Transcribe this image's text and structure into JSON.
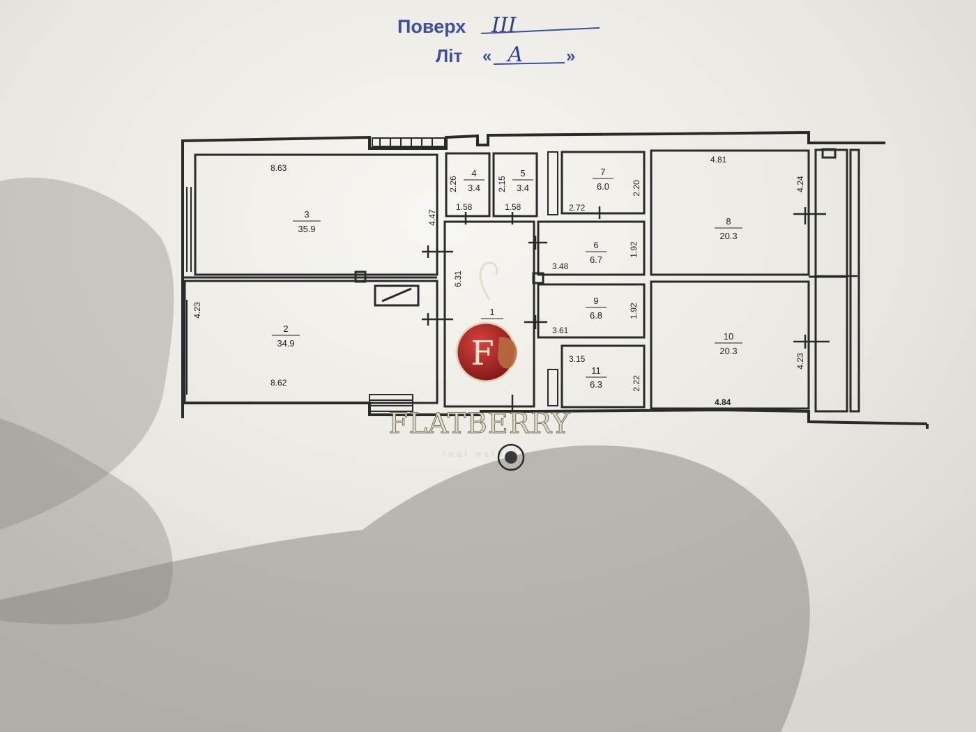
{
  "stamp": {
    "floor_label": "Поверх",
    "floor_value": "III",
    "lit_label": "Літ",
    "lit_open": "«",
    "lit_value": "А",
    "lit_close": "»"
  },
  "rooms": [
    {
      "number": "3",
      "area": "35.9"
    },
    {
      "number": "2",
      "area": "34.9"
    },
    {
      "number": "4",
      "area": "3.4"
    },
    {
      "number": "5",
      "area": "3.4"
    },
    {
      "number": "7",
      "area": "6.0"
    },
    {
      "number": "6",
      "area": "6.7"
    },
    {
      "number": "9",
      "area": "6.8"
    },
    {
      "number": "11",
      "area": "6.3"
    },
    {
      "number": "1",
      "area": ""
    },
    {
      "number": "8",
      "area": "20.3"
    },
    {
      "number": "10",
      "area": "20.3"
    }
  ],
  "dimensions": {
    "r3_width": "8.63",
    "r3_height": "4.47",
    "r2_width": "8.62",
    "r2_height": "4.23",
    "r4_height": "2.26",
    "r4_width": "1.58",
    "r5_height": "2.15",
    "r5_width": "1.58",
    "r7_width": "2.72",
    "r7_height": "2.20",
    "r6_width": "3.48",
    "r6_height": "1.92",
    "r9_width": "3.61",
    "r9_height": "1.92",
    "r11_width": "3.15",
    "r11_height": "2.22",
    "r1_height": "6.31",
    "r8_width": "4.81",
    "r8_height": "4.24",
    "r10_width": "4.84",
    "r10_height": "4.23"
  },
  "watermark": {
    "logo_letter": "F",
    "name": "FLATBERRY",
    "tagline": "real estate"
  }
}
